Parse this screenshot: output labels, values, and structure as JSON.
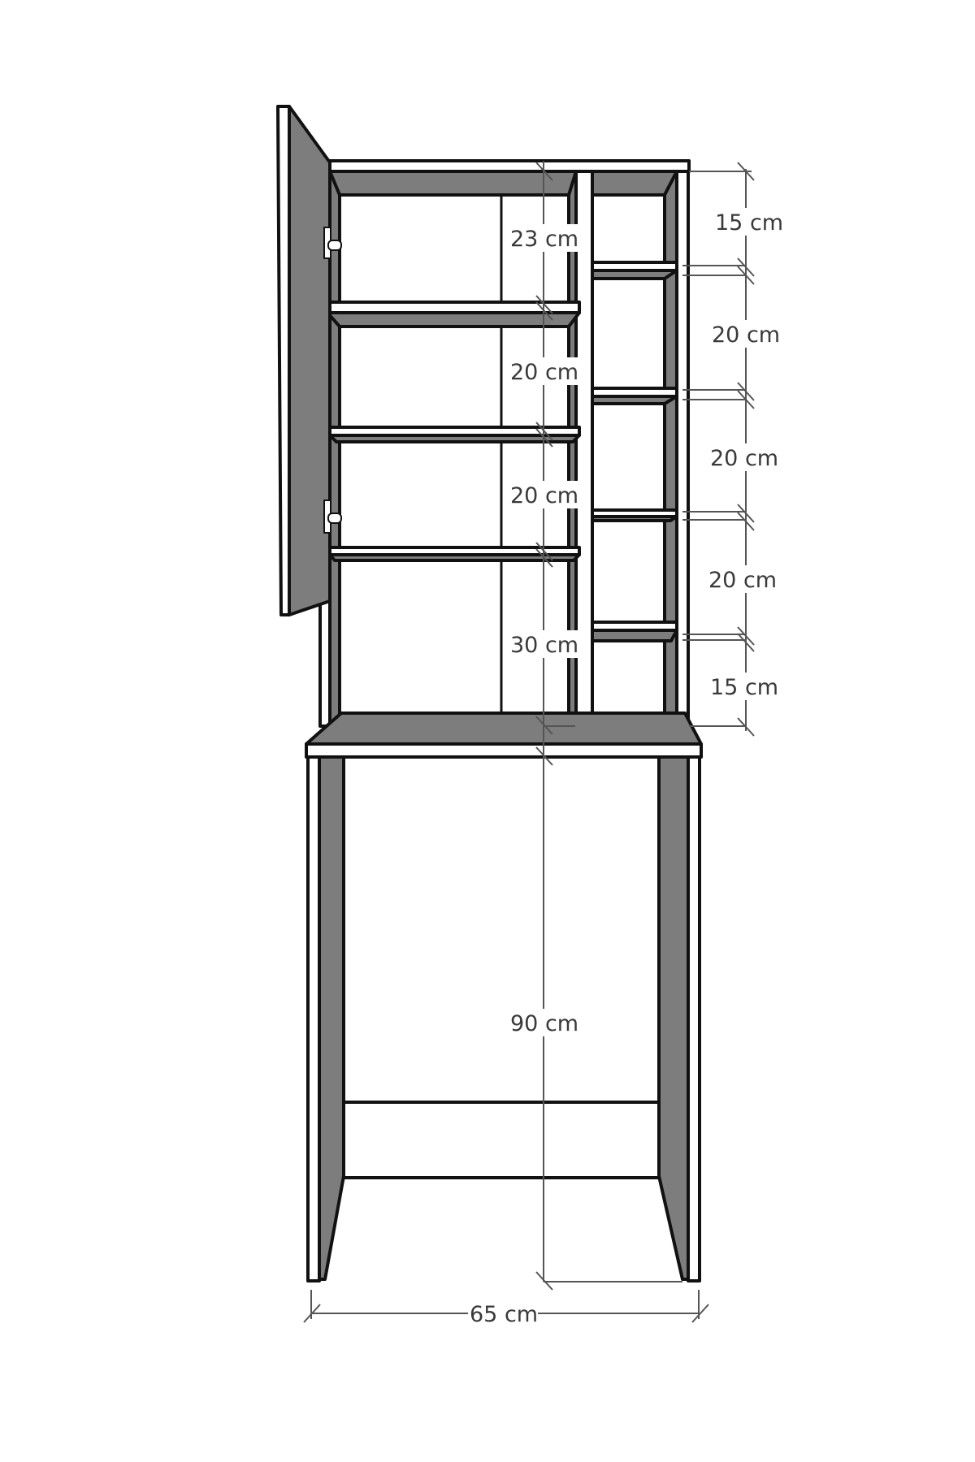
{
  "diagram": {
    "type": "furniture-technical-drawing",
    "subject": "over-washing-machine storage cabinet with open door",
    "colors": {
      "panel_fill": "#7d7d7d",
      "edge_fill": "#ffffff",
      "outline": "#111111",
      "dimension_line": "#555555",
      "text": "#3a3a3a"
    }
  },
  "dimensions": {
    "left_column": [
      {
        "id": "top_gap",
        "label": "23 cm"
      },
      {
        "id": "shelf_gap_1",
        "label": "20 cm"
      },
      {
        "id": "shelf_gap_2",
        "label": "20 cm"
      },
      {
        "id": "bottom_gap",
        "label": "30 cm"
      },
      {
        "id": "base_height",
        "label": "90 cm"
      }
    ],
    "right_column": [
      {
        "id": "r_top",
        "label": "15 cm"
      },
      {
        "id": "r_gap_1",
        "label": "20 cm"
      },
      {
        "id": "r_gap_2",
        "label": "20 cm"
      },
      {
        "id": "r_gap_3",
        "label": "20 cm"
      },
      {
        "id": "r_bottom",
        "label": "15 cm"
      }
    ],
    "width": {
      "label": "65 cm"
    }
  }
}
